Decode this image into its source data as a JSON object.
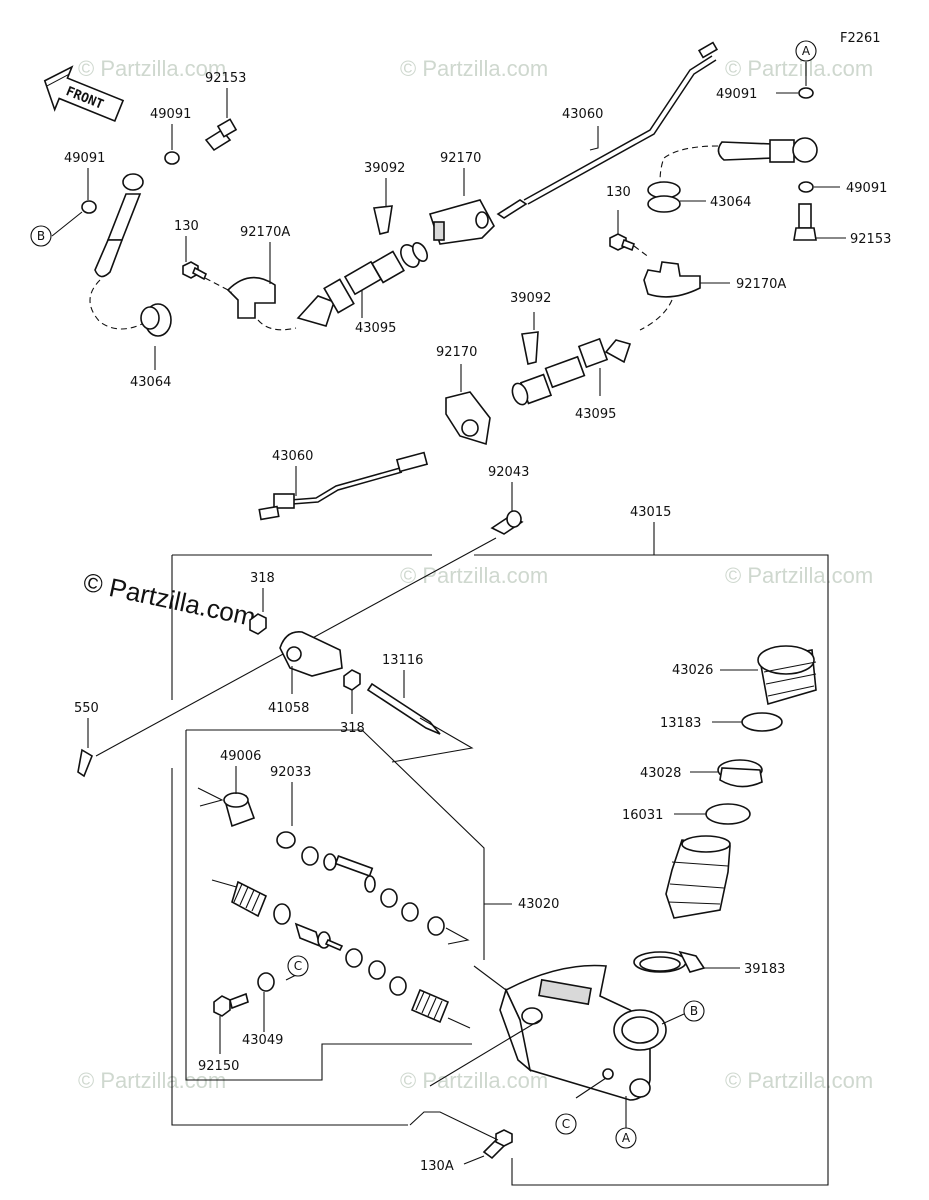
{
  "figure_code": "F2261",
  "front_label": "FRONT",
  "watermark": "© Partzilla.com",
  "callouts": [
    {
      "key": "f1",
      "text": "92153"
    },
    {
      "key": "f2",
      "text": "49091"
    },
    {
      "key": "f3",
      "text": "49091"
    },
    {
      "key": "f4",
      "text": "43064"
    },
    {
      "key": "f5",
      "text": "130"
    },
    {
      "key": "f6",
      "text": "92170A"
    },
    {
      "key": "f7",
      "text": "39092"
    },
    {
      "key": "f8",
      "text": "92170"
    },
    {
      "key": "f9",
      "text": "43095"
    },
    {
      "key": "f10",
      "text": "43060"
    },
    {
      "key": "f11",
      "text": "49091"
    },
    {
      "key": "f12",
      "text": "49091"
    },
    {
      "key": "f13",
      "text": "92153"
    },
    {
      "key": "f14",
      "text": "43064"
    },
    {
      "key": "f15",
      "text": "130"
    },
    {
      "key": "f16",
      "text": "92170A"
    },
    {
      "key": "f17",
      "text": "39092"
    },
    {
      "key": "f18",
      "text": "92170"
    },
    {
      "key": "f19",
      "text": "43095"
    },
    {
      "key": "f20",
      "text": "43060"
    },
    {
      "key": "f21",
      "text": "92043"
    },
    {
      "key": "f22",
      "text": "43015"
    },
    {
      "key": "f23",
      "text": "318"
    },
    {
      "key": "f24",
      "text": "41058"
    },
    {
      "key": "f25",
      "text": "318"
    },
    {
      "key": "f26",
      "text": "13116"
    },
    {
      "key": "f27",
      "text": "550"
    },
    {
      "key": "f28",
      "text": "49006"
    },
    {
      "key": "f29",
      "text": "92033"
    },
    {
      "key": "f30",
      "text": "43020"
    },
    {
      "key": "f31",
      "text": "43049"
    },
    {
      "key": "f32",
      "text": "92150"
    },
    {
      "key": "f33",
      "text": "43026"
    },
    {
      "key": "f34",
      "text": "13183"
    },
    {
      "key": "f35",
      "text": "43028"
    },
    {
      "key": "f36",
      "text": "16031"
    },
    {
      "key": "f37",
      "text": "39183"
    },
    {
      "key": "f38",
      "text": "130A"
    }
  ],
  "ref_markers": [
    {
      "key": "m1",
      "text": "A"
    },
    {
      "key": "m2",
      "text": "B"
    },
    {
      "key": "m3",
      "text": "C"
    },
    {
      "key": "m4",
      "text": "B"
    },
    {
      "key": "m5",
      "text": "C"
    },
    {
      "key": "m6",
      "text": "A"
    }
  ]
}
